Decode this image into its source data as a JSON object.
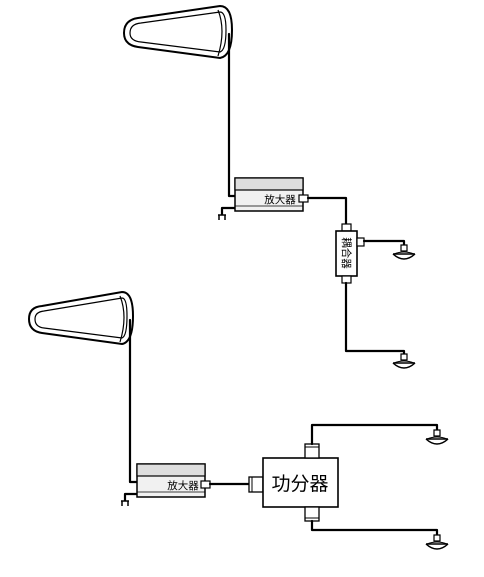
{
  "systems": [
    {
      "amplifier": {
        "label": "放大器"
      },
      "splitter": {
        "type": "coupler",
        "label": "耦合器"
      }
    },
    {
      "amplifier": {
        "label": "放大器"
      },
      "splitter": {
        "type": "power-divider",
        "label": "功分器"
      }
    }
  ]
}
